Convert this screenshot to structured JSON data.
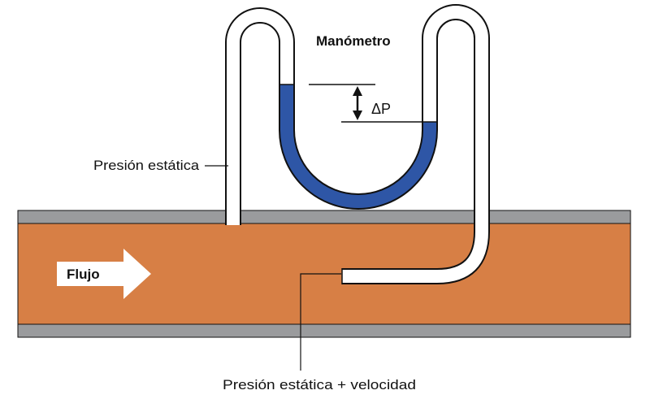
{
  "labels": {
    "manometer": "Manómetro",
    "delta_p": "ΔP",
    "static_pressure": "Presión estática",
    "flow": "Flujo",
    "static_plus_velocity": "Presión estática + velocidad"
  },
  "colors": {
    "pipe_wall": "#9a9b9d",
    "fluid": "#d77f45",
    "manometer_liquid": "#2e56a6",
    "tube_outline": "#111111",
    "tube_fill": "#ffffff"
  }
}
